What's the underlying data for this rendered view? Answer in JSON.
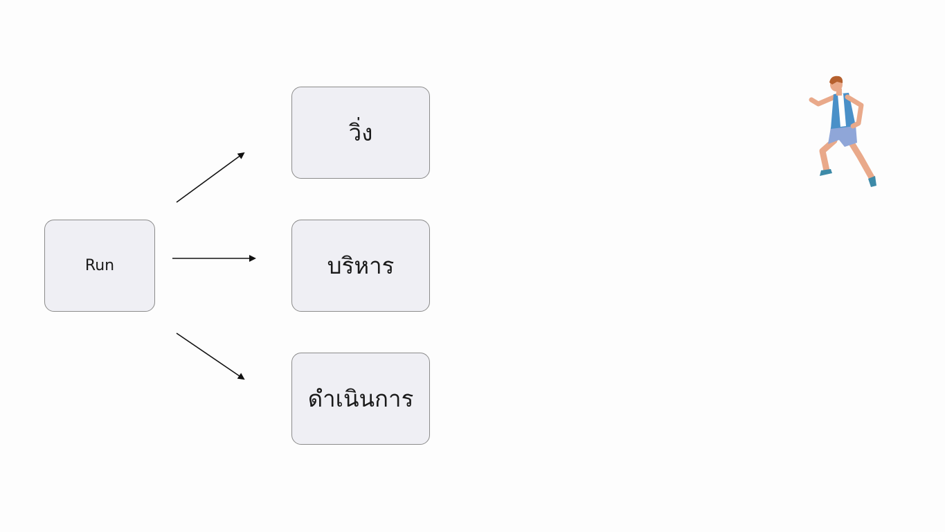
{
  "diagram": {
    "source": {
      "label": "Run"
    },
    "targets": [
      {
        "label": "วิ่ง"
      },
      {
        "label": "บริหาร"
      },
      {
        "label": "ดำเนินการ"
      }
    ]
  },
  "illustration": {
    "icon": "running-man-icon"
  },
  "colors": {
    "background": "#fdfdfd",
    "node_fill": "#efeff4",
    "node_border": "#8a8a8a",
    "arrow": "#111111",
    "jersey": "#4a90c8",
    "shorts": "#8fa6d8",
    "skin": "#e9a98a",
    "hair": "#b5602e",
    "shoes": "#3d8aa8"
  }
}
